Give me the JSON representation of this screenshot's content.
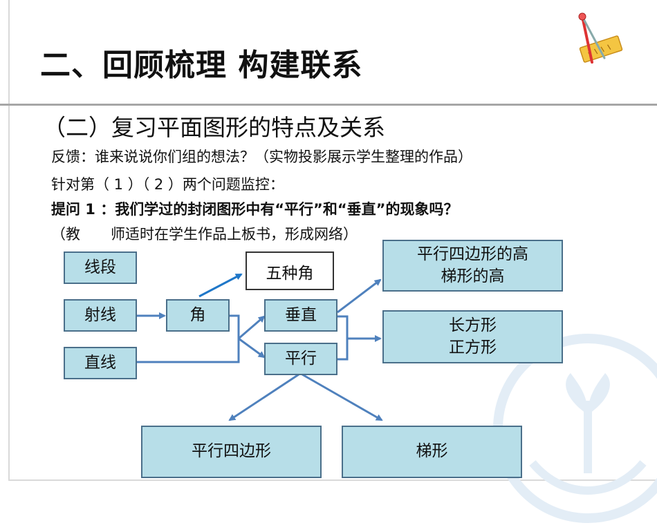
{
  "title": "二、回顾梳理  构建联系",
  "subtitle": "（二）复习平面图形的特点及关系",
  "lines": {
    "feedback": "反馈：谁来说说你们组的想法？（实物投影展示学生整理的作品）",
    "monitor": "针对第（ 1 ）（ 2 ）两个问题监控：",
    "question": "提问 1 ：我们学过的封闭图形中有“平行”和“垂直”的现象吗？",
    "teacher_a": "（教",
    "teacher_b": "师适时在学生作品上板书，形成网络）"
  },
  "diagram": {
    "segment": "线段",
    "ray": "射线",
    "line": "直线",
    "angle": "角",
    "five_angles": "五种角",
    "perpendicular": "垂直",
    "parallel": "平行",
    "heights": "平行四边形的高\n梯形的高",
    "rectangles": "长方形\n正方形",
    "parallelogram": "平行四边形",
    "trapezoid": "梯形"
  },
  "colors": {
    "box_fill": "#b7dee8",
    "box_border": "#4a6f8a",
    "arrow": "#4f81bd",
    "arrow_bright": "#1f77c8"
  }
}
